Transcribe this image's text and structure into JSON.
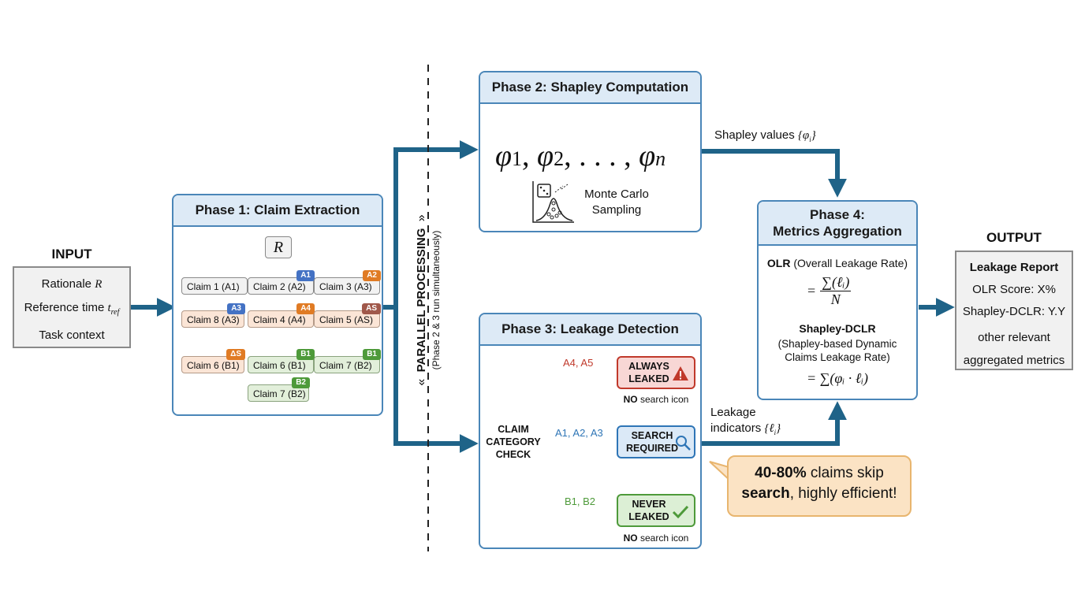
{
  "input": {
    "title": "INPUT",
    "items": [
      "Rationale",
      "Reference time",
      "Task context"
    ],
    "rationale_symbol": "R",
    "ref_time_symbol": "t",
    "ref_time_subscript": "ref"
  },
  "phase1": {
    "title": "Phase 1: Claim Extraction",
    "root": "R",
    "claims": [
      {
        "label": "Claim 1 (A1)",
        "tag": "",
        "style": "gray"
      },
      {
        "label": "Claim 2 (A2)",
        "tag": "A1",
        "tag_color": "#4472c4",
        "style": "gray"
      },
      {
        "label": "Claim 3 (A3)",
        "tag": "A2",
        "tag_color": "#e07b24",
        "style": "gray"
      },
      {
        "label": "Claim 8 (A3)",
        "tag": "A3",
        "tag_color": "#4472c4",
        "style": "orange"
      },
      {
        "label": "Claim 4 (A4)",
        "tag": "A4",
        "tag_color": "#e07b24",
        "style": "orange"
      },
      {
        "label": "Claim 5 (AS)",
        "tag": "AS",
        "tag_color": "#a0584a",
        "style": "orange"
      },
      {
        "label": "Claim 6 (B1)",
        "tag": "ΔS",
        "tag_color": "#e07b24",
        "style": "orange"
      },
      {
        "label": "Claim 6 (B1)",
        "tag": "B1",
        "tag_color": "#4e9a3a",
        "style": "green"
      },
      {
        "label": "Claim 7 (B2)",
        "tag": "B1",
        "tag_color": "#4e9a3a",
        "style": "green"
      },
      {
        "label": "Claim 7 (B2)",
        "tag": "B2",
        "tag_color": "#4e9a3a",
        "style": "green"
      }
    ]
  },
  "parallel": {
    "title": "PARALLEL PROCESSING",
    "subtitle": "(Phase 2 & 3 run simultaneously)"
  },
  "phase2": {
    "title": "Phase 2: Shapley Computation",
    "formula_parts": [
      "φ",
      "1",
      ", ",
      "φ",
      "2",
      ", . . . , ",
      "φ",
      "n"
    ],
    "method_line1": "Monte Carlo",
    "method_line2": "Sampling"
  },
  "phase3": {
    "title": "Phase 3: Leakage Detection",
    "check_label": [
      "CLAIM",
      "CATEGORY",
      "CHECK"
    ],
    "branches": [
      {
        "edge_label": "A4, A5",
        "outcome": [
          "ALWAYS",
          "LEAKED"
        ],
        "note_bold": "NO",
        "note": " search icon",
        "color": "#c0392b",
        "fill": "#f8d7d5",
        "icon": "warning-icon"
      },
      {
        "edge_label": "A1, A2, A3",
        "outcome": [
          "SEARCH",
          "REQUIRED"
        ],
        "note_bold": "",
        "note": "",
        "color": "#2e75b6",
        "fill": "#dbe9f7",
        "icon": "search-icon"
      },
      {
        "edge_label": "B1, B2",
        "outcome": [
          "NEVER",
          "LEAKED"
        ],
        "note_bold": "NO",
        "note": " search icon",
        "color": "#4e9a3a",
        "fill": "#dcefd5",
        "icon": "check-icon"
      }
    ]
  },
  "edges": {
    "shapley_values": "Shapley values",
    "shapley_symbol": "{φ",
    "shapley_sub": "i",
    "leakage_line1": "Leakage",
    "leakage_line2": "indicators",
    "leakage_symbol": "{ℓ",
    "leakage_sub": "i"
  },
  "phase4": {
    "title_line1": "Phase 4:",
    "title_line2": "Metrics Aggregation",
    "olr_bold": "OLR",
    "olr_desc": " (Overall Leakage Rate)",
    "olr_numerator": "∑(ℓᵢ)",
    "olr_denominator": "N",
    "dclr_title": "Shapley-DCLR",
    "dclr_desc_line1": "(Shapley-based Dynamic",
    "dclr_desc_line2": "Claims Leakage Rate)",
    "dclr_formula": "= ∑(φᵢ · ℓᵢ)"
  },
  "output": {
    "title": "OUTPUT",
    "report_title": "Leakage Report",
    "items": [
      "OLR Score: X%",
      "Shapley-DCLR: Y.Y",
      "other relevant",
      "aggregated metrics"
    ]
  },
  "callout": {
    "bold1": "40-80%",
    "text1": " claims skip",
    "bold2": "search",
    "text2": ", highly efficient!"
  },
  "colors": {
    "flow_arrow": "#1f6388",
    "phase_border": "#4a86b8",
    "phase_header": "#ddeaf6"
  }
}
